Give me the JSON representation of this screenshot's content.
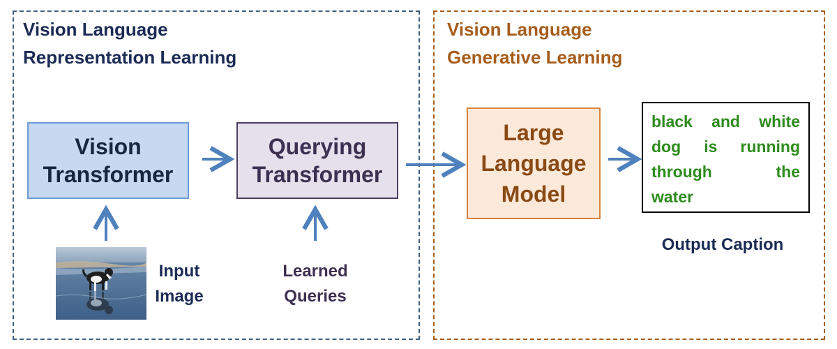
{
  "left_region": {
    "title_line1": "Vision Language",
    "title_line2": "Representation Learning"
  },
  "right_region": {
    "title_line1": "Vision Language",
    "title_line2": "Generative Learning"
  },
  "vision_transformer": {
    "line1": "Vision",
    "line2": "Transformer"
  },
  "querying_transformer": {
    "line1": "Querying",
    "line2": "Transformer"
  },
  "large_language_model": {
    "line1": "Large",
    "line2": "Language",
    "line3": "Model"
  },
  "input_image_label": {
    "line1": "Input",
    "line2": "Image"
  },
  "learned_queries_label": {
    "line1": "Learned",
    "line2": "Queries"
  },
  "output_caption": {
    "label": "Output Caption",
    "lines": [
      [
        "black",
        "and",
        "white"
      ],
      [
        "dog",
        "is",
        "running"
      ],
      [
        "through",
        "the"
      ],
      [
        "water"
      ]
    ]
  },
  "colors": {
    "arrow": "#4f81bd",
    "left_border": "#3f5f82",
    "right_border": "#a65d1d",
    "caption_text": "#2e8b1d"
  },
  "icons": {
    "input_image": "dog-photo-icon"
  }
}
